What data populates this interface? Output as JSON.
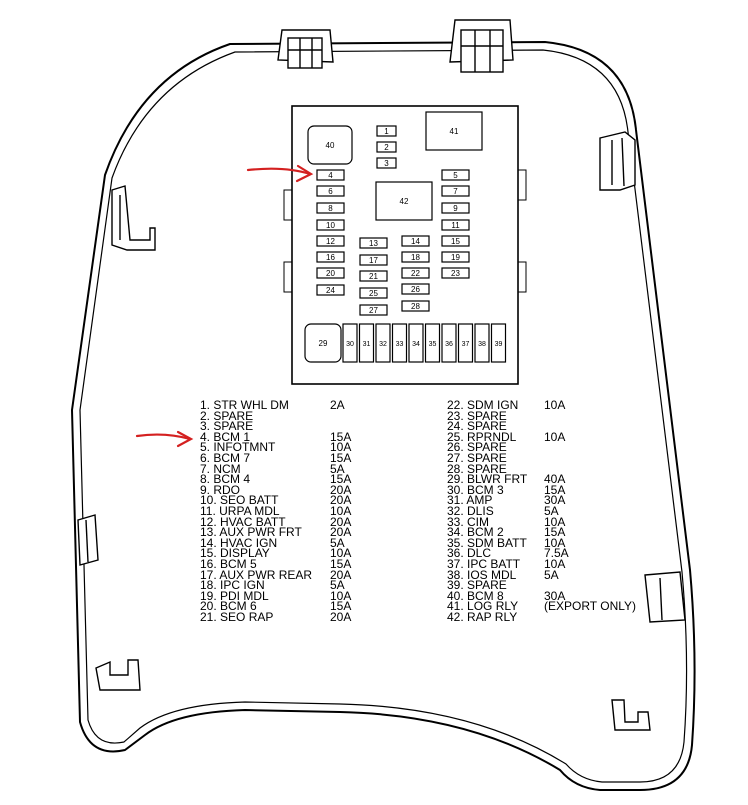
{
  "fuse_block": {
    "fuse_numbers": [
      "1",
      "2",
      "3",
      "4",
      "5",
      "6",
      "7",
      "8",
      "9",
      "10",
      "11",
      "12",
      "13",
      "14",
      "15",
      "16",
      "17",
      "18",
      "19",
      "20",
      "21",
      "22",
      "23",
      "24",
      "25",
      "26",
      "27",
      "28",
      "29",
      "30",
      "31",
      "32",
      "33",
      "34",
      "35",
      "36",
      "37",
      "38",
      "39",
      "40",
      "41",
      "42"
    ]
  },
  "legend": {
    "entries": [
      {
        "name": "1.  STR WHL DM",
        "amp": "2A"
      },
      {
        "name": "2.  SPARE",
        "amp": ""
      },
      {
        "name": "3.  SPARE",
        "amp": ""
      },
      {
        "name": "4.  BCM 1",
        "amp": "15A"
      },
      {
        "name": "5.  INFOTMNT",
        "amp": "10A"
      },
      {
        "name": "6.  BCM 7",
        "amp": "15A"
      },
      {
        "name": "7.  NCM",
        "amp": "5A"
      },
      {
        "name": "8.  BCM 4",
        "amp": "15A"
      },
      {
        "name": "9.  RDO",
        "amp": "20A"
      },
      {
        "name": "10.  SEO BATT",
        "amp": "20A"
      },
      {
        "name": "11.  URPA MDL",
        "amp": "10A"
      },
      {
        "name": "12.  HVAC BATT",
        "amp": "20A"
      },
      {
        "name": "13.  AUX PWR FRT",
        "amp": "20A"
      },
      {
        "name": "14.  HVAC IGN",
        "amp": "5A"
      },
      {
        "name": "15.  DISPLAY",
        "amp": "10A"
      },
      {
        "name": "16.  BCM 5",
        "amp": "15A"
      },
      {
        "name": "17.  AUX PWR REAR",
        "amp": "20A"
      },
      {
        "name": "18.  IPC IGN",
        "amp": "5A"
      },
      {
        "name": "19.  PDI MDL",
        "amp": "10A"
      },
      {
        "name": "20.  BCM 6",
        "amp": "15A"
      },
      {
        "name": "21.  SEO RAP",
        "amp": "20A"
      },
      {
        "name": "22.  SDM IGN",
        "amp": "10A"
      },
      {
        "name": "23.  SPARE",
        "amp": ""
      },
      {
        "name": "24.  SPARE",
        "amp": ""
      },
      {
        "name": "25.  RPRNDL",
        "amp": "10A"
      },
      {
        "name": "26.  SPARE",
        "amp": ""
      },
      {
        "name": "27.  SPARE",
        "amp": ""
      },
      {
        "name": "28.  SPARE",
        "amp": ""
      },
      {
        "name": "29.  BLWR FRT",
        "amp": "40A"
      },
      {
        "name": "30.  BCM 3",
        "amp": "15A"
      },
      {
        "name": "31.  AMP",
        "amp": "30A"
      },
      {
        "name": "32.  DLIS",
        "amp": "5A"
      },
      {
        "name": "33.  CIM",
        "amp": "10A"
      },
      {
        "name": "34.  BCM 2",
        "amp": "15A"
      },
      {
        "name": "35.  SDM BATT",
        "amp": "10A"
      },
      {
        "name": "36.  DLC",
        "amp": "7.5A"
      },
      {
        "name": "37.  IPC BATT",
        "amp": "10A"
      },
      {
        "name": "38.  IOS MDL",
        "amp": "5A"
      },
      {
        "name": "39.  SPARE",
        "amp": ""
      },
      {
        "name": "40.  BCM 8",
        "amp": "30A"
      },
      {
        "name": "41.  LOG RLY",
        "amp": "(EXPORT ONLY)"
      },
      {
        "name": "42.  RAP RLY",
        "amp": ""
      }
    ]
  },
  "colors": {
    "line": "#000000",
    "arrow": "#d42020",
    "background": "#ffffff"
  }
}
